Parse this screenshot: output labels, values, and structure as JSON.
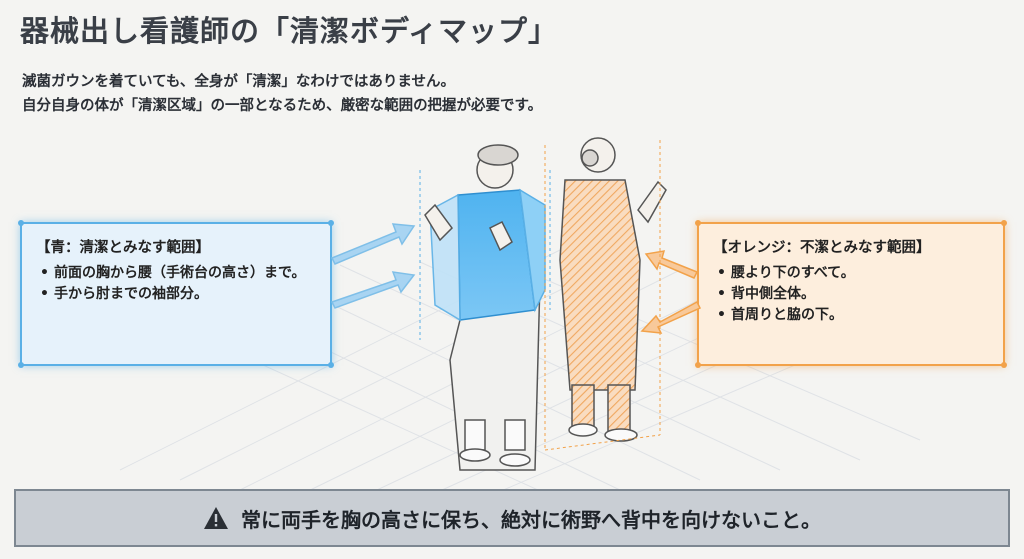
{
  "title": "器械出し看護師の「清潔ボディマップ」",
  "subtitle_lines": [
    "滅菌ガウンを着ていても、全身が「清潔」なわけではありません。",
    "自分自身の体が「清潔区域」の一部となるため、厳密な範囲の把握が必要です。"
  ],
  "blue_box": {
    "title": "【青：清潔とみなす範囲】",
    "items": [
      "前面の胸から腰（手術台の高さ）まで。",
      "手から肘までの袖部分。"
    ]
  },
  "orange_box": {
    "title": "【オレンジ：不潔とみなす範囲】",
    "items": [
      "腰より下のすべて。",
      "背中側全体。",
      "首周りと脇の下。"
    ]
  },
  "banner": {
    "text": "常に両手を胸の高さに保ち、絶対に術野へ背中を向けないこと。",
    "icon": "warning-icon"
  },
  "colors": {
    "clean": "#5ab0e6",
    "unclean": "#f2a24a",
    "title": "#3a3f47"
  }
}
